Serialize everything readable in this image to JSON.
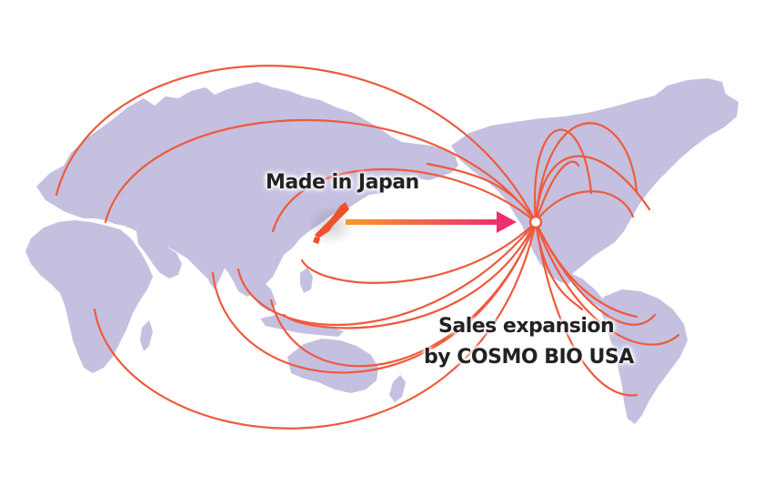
{
  "labels": {
    "origin": "Made in Japan",
    "destination_line1": "Sales expansion",
    "destination_line2": "by COSMO BIO USA"
  },
  "colors": {
    "land": "#c5c0e0",
    "route": "#ee5a3c",
    "japan": "#f0502a",
    "arrow_start": "#f59a2a",
    "arrow_end": "#ef2e6e",
    "hub_fill": "#ffffff",
    "text": "#222222"
  }
}
